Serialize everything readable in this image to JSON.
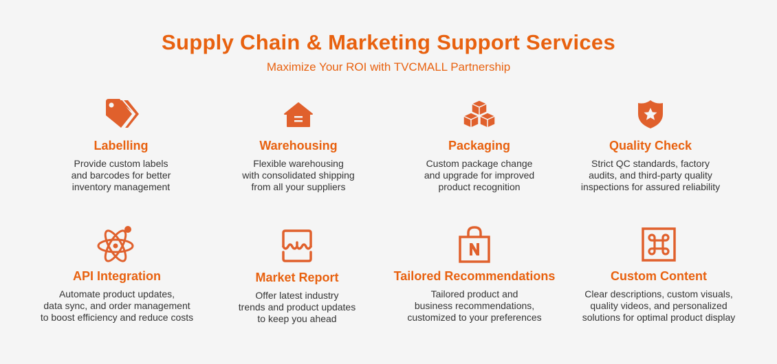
{
  "header": {
    "title": "Supply Chain & Marketing Support Services",
    "subtitle": "Maximize Your ROI with TVCMALL Partnership"
  },
  "colors": {
    "accent": "#e8610f",
    "icon": "#e0602c",
    "text": "#333333",
    "background": "#f5f5f5"
  },
  "services": [
    {
      "icon": "tag-icon",
      "title": "Labelling",
      "desc": [
        "Provide custom labels",
        "and barcodes for better",
        "inventory management"
      ]
    },
    {
      "icon": "warehouse-icon",
      "title": "Warehousing",
      "desc": [
        "Flexible warehousing",
        "with consolidated shipping",
        "from all your suppliers"
      ]
    },
    {
      "icon": "boxes-icon",
      "title": "Packaging",
      "desc": [
        "Custom package change",
        "and upgrade for improved",
        "product recognition"
      ]
    },
    {
      "icon": "shield-star-icon",
      "title": "Quality Check",
      "desc": [
        "Strict QC standards, factory",
        "audits, and third-party quality",
        "inspections for assured reliability"
      ]
    },
    {
      "icon": "atom-icon",
      "title": "API Integration",
      "desc": [
        "Automate product updates,",
        "data sync, and order management",
        "to boost efficiency and reduce costs"
      ]
    },
    {
      "icon": "storefront-icon",
      "title": "Market Report",
      "desc": [
        "Offer latest industry",
        "trends and product updates",
        "to keep you ahead"
      ]
    },
    {
      "icon": "shopping-bag-icon",
      "title": "Tailored Recommendations",
      "desc": [
        "Tailored product and",
        "business recommendations,",
        "customized to your preferences"
      ]
    },
    {
      "icon": "command-icon",
      "title": "Custom Content",
      "desc": [
        "Clear descriptions, custom visuals,",
        "quality videos, and personalized",
        "solutions for optimal product display"
      ]
    }
  ]
}
